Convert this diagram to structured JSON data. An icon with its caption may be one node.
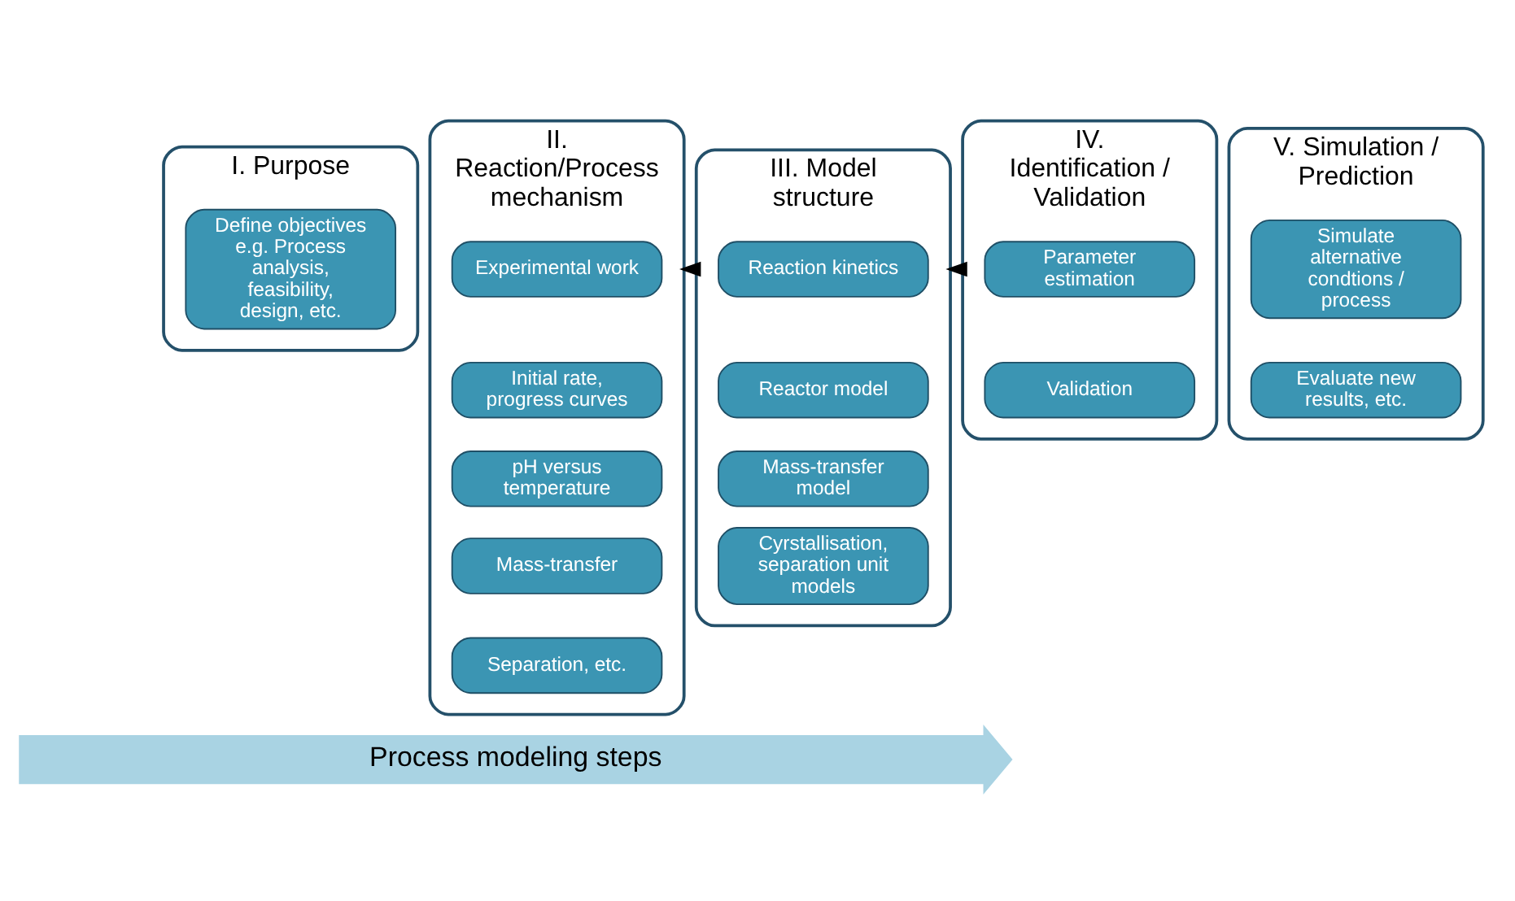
{
  "diagram": {
    "nodes": [
      {
        "text": [
          "I. Purpose"
        ]
      },
      {
        "text": [
          "Define objectives e.g. Process analysis, feasibility, design, etc."
        ],
        "in": 0
      },
      {
        "text": [
          "II. Reaction/Process mechanism"
        ]
      },
      {
        "text": [
          "Experimental work"
        ],
        "in": 2
      },
      {
        "text": [
          "Initial rate, progress curves"
        ],
        "in": 2
      },
      {
        "text": [
          "pH versus temperature"
        ],
        "in": 2
      },
      {
        "text": [
          "Mass-transfer"
        ],
        "in": 2
      },
      {
        "text": [
          "Separation, etc."
        ],
        "in": 2
      },
      {
        "text": [
          "III. Model structure"
        ]
      },
      {
        "text": [
          "Reaction kinetics"
        ],
        "in": 8
      },
      {
        "text": [
          "Reactor model"
        ],
        "in": 8
      },
      {
        "text": [
          "Mass-transfer model"
        ],
        "in": 8
      },
      {
        "text": [
          "Cyrstallisation, separation unit models"
        ],
        "in": 8
      },
      {
        "text": [
          "IV. Identification / Validation"
        ]
      },
      {
        "text": [
          "Parameter estimation"
        ],
        "in": 13
      },
      {
        "text": [
          "Validation"
        ],
        "in": 13
      },
      {
        "text": [
          "V. Simulation / Prediction"
        ]
      },
      {
        "text": [
          "Simulate alternative condtions / process"
        ],
        "in": 16
      },
      {
        "text": [
          "Evaluate new results, etc."
        ],
        "in": 16
      },
      {
        "text": [
          "Process modeling steps"
        ]
      }
    ],
    "edges": [
      {
        "from": 13,
        "to": 8,
        "arrow": "to"
      },
      {
        "from": 8,
        "to": 2,
        "arrow": "to"
      }
    ]
  }
}
